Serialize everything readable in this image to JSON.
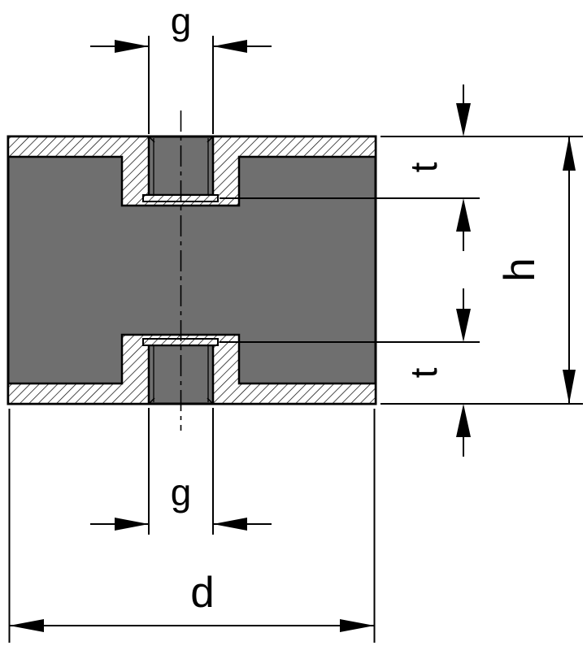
{
  "drawing": {
    "labels": {
      "g_top": "g",
      "g_bottom": "g",
      "t_top": "t",
      "t_bottom": "t",
      "h": "h",
      "d": "d"
    },
    "colors": {
      "body": "#6f6f6f",
      "line": "#000000",
      "background": "#ffffff"
    }
  }
}
